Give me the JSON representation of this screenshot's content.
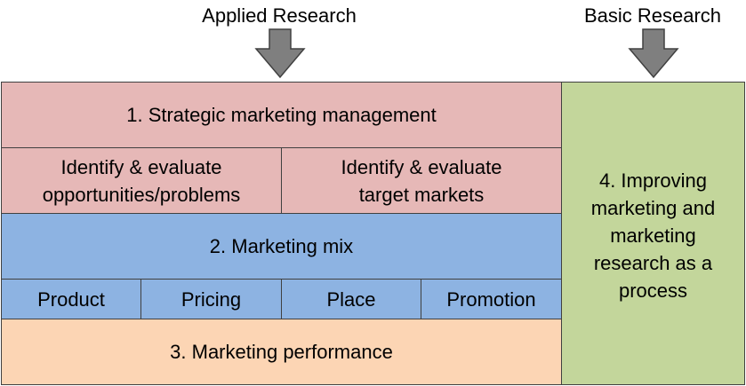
{
  "headers": {
    "applied": "Applied Research",
    "basic": "Basic Research"
  },
  "icons": {
    "applied_arrow": "down-arrow-icon",
    "basic_arrow": "down-arrow-icon"
  },
  "colors": {
    "strategic": "#e6b8b7",
    "mix": "#8db3e2",
    "performance": "#fcd5b4",
    "improving": "#c3d69b",
    "arrow": "#7f7f7f"
  },
  "rows": {
    "strategic": "1. Strategic marketing management",
    "identify": [
      "Identify & evaluate\nopportunities/problems",
      "Identify & evaluate\ntarget markets"
    ],
    "mix": "2. Marketing mix",
    "four_ps": [
      "Product",
      "Pricing",
      "Place",
      "Promotion"
    ],
    "performance": "3. Marketing  performance"
  },
  "improving": "4. Improving\nmarketing and\nmarketing\nresearch as a\nprocess"
}
